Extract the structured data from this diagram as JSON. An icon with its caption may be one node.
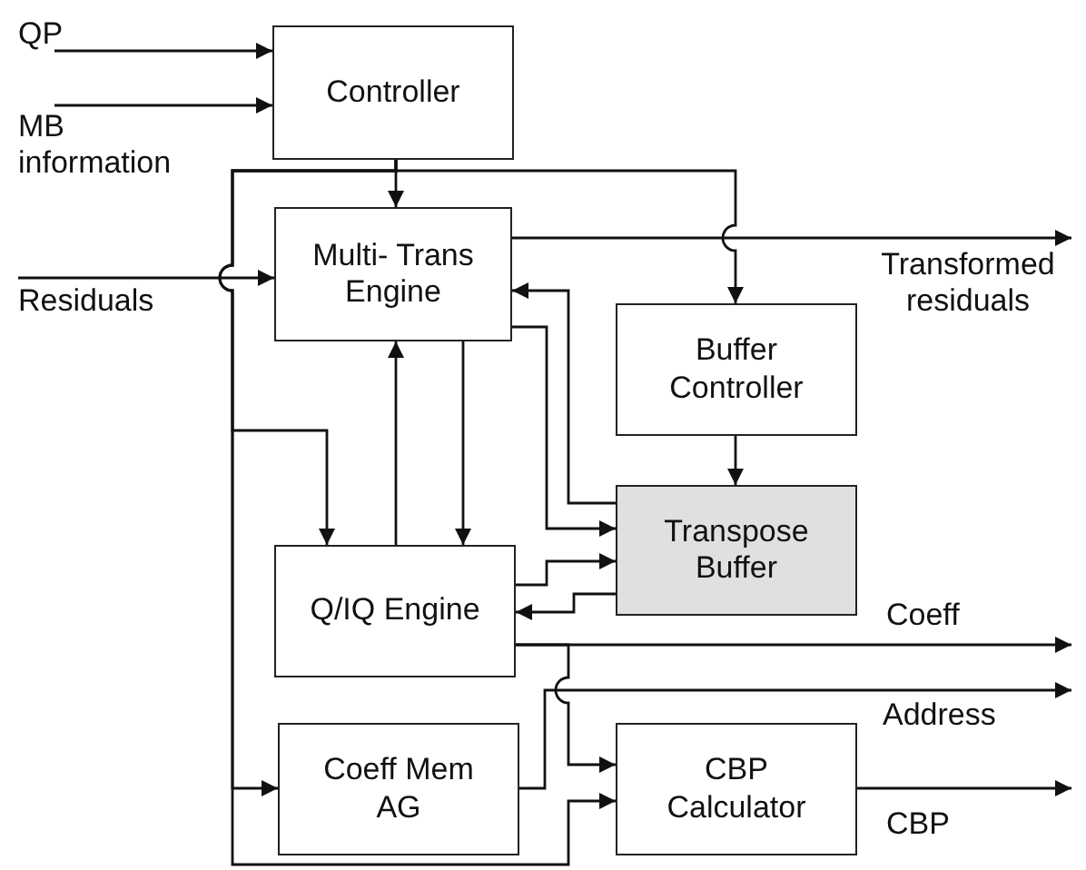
{
  "diagram": {
    "nodes": [
      {
        "text": [
          "Controller"
        ]
      },
      {
        "text": [
          "Multi- Trans Engine"
        ]
      },
      {
        "text": [
          "Buffer Controller"
        ]
      },
      {
        "text": [
          "Transpose Buffer"
        ]
      },
      {
        "text": [
          "Q/IQ Engine"
        ]
      },
      {
        "text": [
          "Coeff Mem AG"
        ]
      },
      {
        "text": [
          "CBP Calculator"
        ]
      }
    ],
    "edges": [
      {
        "from": null,
        "to": 0,
        "arrow": "to",
        "label": "QP"
      },
      {
        "from": null,
        "to": 0,
        "arrow": "to",
        "label": "MB information"
      },
      {
        "from": 0,
        "to": 1,
        "arrow": "to"
      },
      {
        "from": 0,
        "to": 2,
        "arrow": "to"
      },
      {
        "from": 0,
        "to": 4,
        "arrow": "to"
      },
      {
        "from": 0,
        "to": 5,
        "arrow": "to"
      },
      {
        "from": 0,
        "to": 6,
        "arrow": "to"
      },
      {
        "from": null,
        "to": 1,
        "arrow": "to",
        "label": "Residuals"
      },
      {
        "from": 1,
        "to": null,
        "arrow": "to",
        "label": "Transformed residuals"
      },
      {
        "from": 3,
        "to": 1,
        "arrow": "to"
      },
      {
        "from": 1,
        "to": 3,
        "arrow": "to"
      },
      {
        "from": 4,
        "to": 1,
        "arrow": "to"
      },
      {
        "from": 1,
        "to": 4,
        "arrow": "to"
      },
      {
        "from": 4,
        "to": 3,
        "arrow": "to"
      },
      {
        "from": 3,
        "to": 4,
        "arrow": "to"
      },
      {
        "from": 2,
        "to": 3,
        "arrow": "to"
      },
      {
        "from": 4,
        "to": null,
        "arrow": "to",
        "label": "Coeff"
      },
      {
        "from": 4,
        "to": 6,
        "arrow": "to"
      },
      {
        "from": 5,
        "to": null,
        "arrow": "to",
        "label": "Address"
      },
      {
        "from": 6,
        "to": null,
        "arrow": "to",
        "label": "CBP"
      }
    ]
  }
}
